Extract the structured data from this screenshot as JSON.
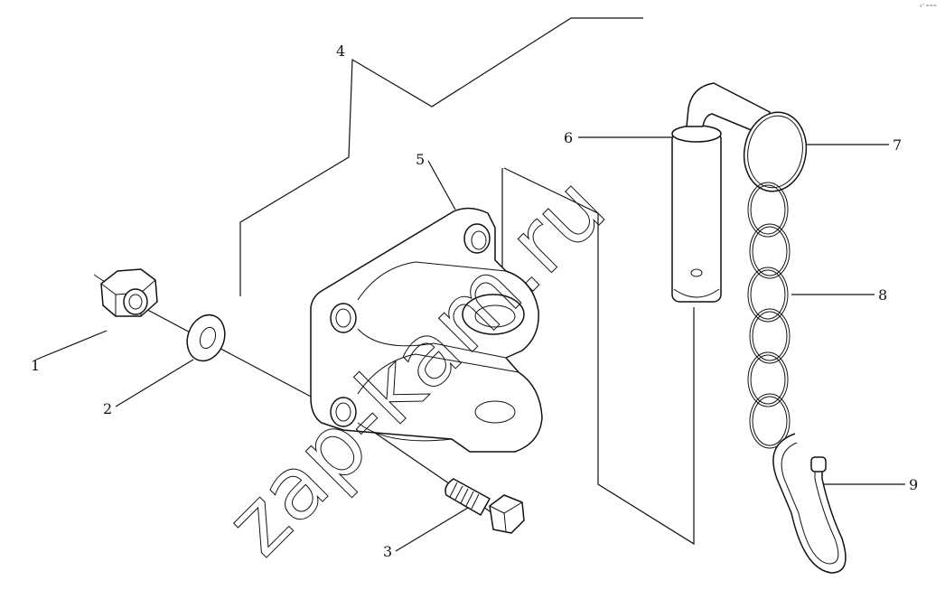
{
  "watermark": "zap-kam.ru",
  "corner_mark": "s\" ===",
  "callouts": [
    {
      "id": "1",
      "label": "1"
    },
    {
      "id": "2",
      "label": "2"
    },
    {
      "id": "3",
      "label": "3"
    },
    {
      "id": "4",
      "label": "4"
    },
    {
      "id": "5",
      "label": "5"
    },
    {
      "id": "6",
      "label": "6"
    },
    {
      "id": "7",
      "label": "7"
    },
    {
      "id": "8",
      "label": "8"
    },
    {
      "id": "9",
      "label": "9"
    }
  ]
}
